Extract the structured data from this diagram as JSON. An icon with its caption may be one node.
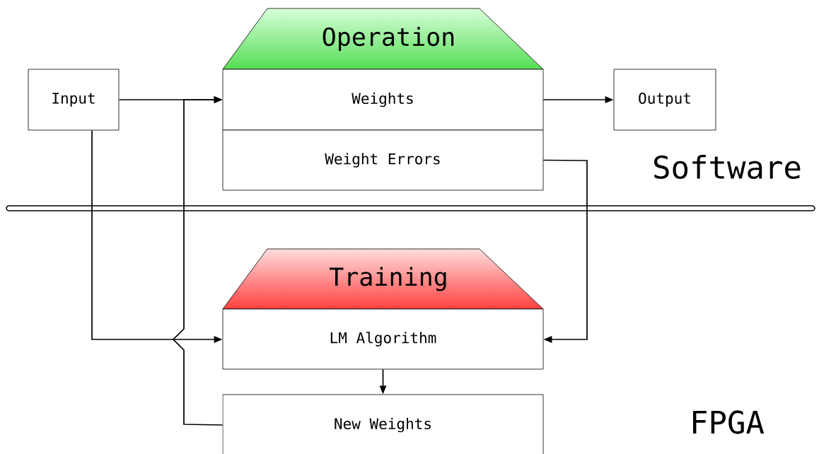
{
  "diagram": {
    "nodes": [
      {
        "text": [
          "Input"
        ]
      },
      {
        "text": [
          "Operation"
        ]
      },
      {
        "text": [
          "Weights"
        ]
      },
      {
        "text": [
          "Weight Errors"
        ]
      },
      {
        "text": [
          "Output"
        ]
      },
      {
        "text": [
          "Training"
        ]
      },
      {
        "text": [
          "LM Algorithm"
        ]
      },
      {
        "text": [
          "New Weights"
        ]
      }
    ],
    "edges": [
      {
        "from": 0,
        "to": 2,
        "arrow": "to"
      },
      {
        "from": 0,
        "to": 6,
        "arrow": "to"
      },
      {
        "from": 2,
        "to": 4,
        "arrow": "to"
      },
      {
        "from": 3,
        "to": 6,
        "arrow": "to"
      },
      {
        "from": 6,
        "to": 7,
        "arrow": "to"
      },
      {
        "from": 7,
        "to": 2,
        "arrow": "to"
      }
    ],
    "labels": [
      "Software",
      "FPGA"
    ]
  }
}
